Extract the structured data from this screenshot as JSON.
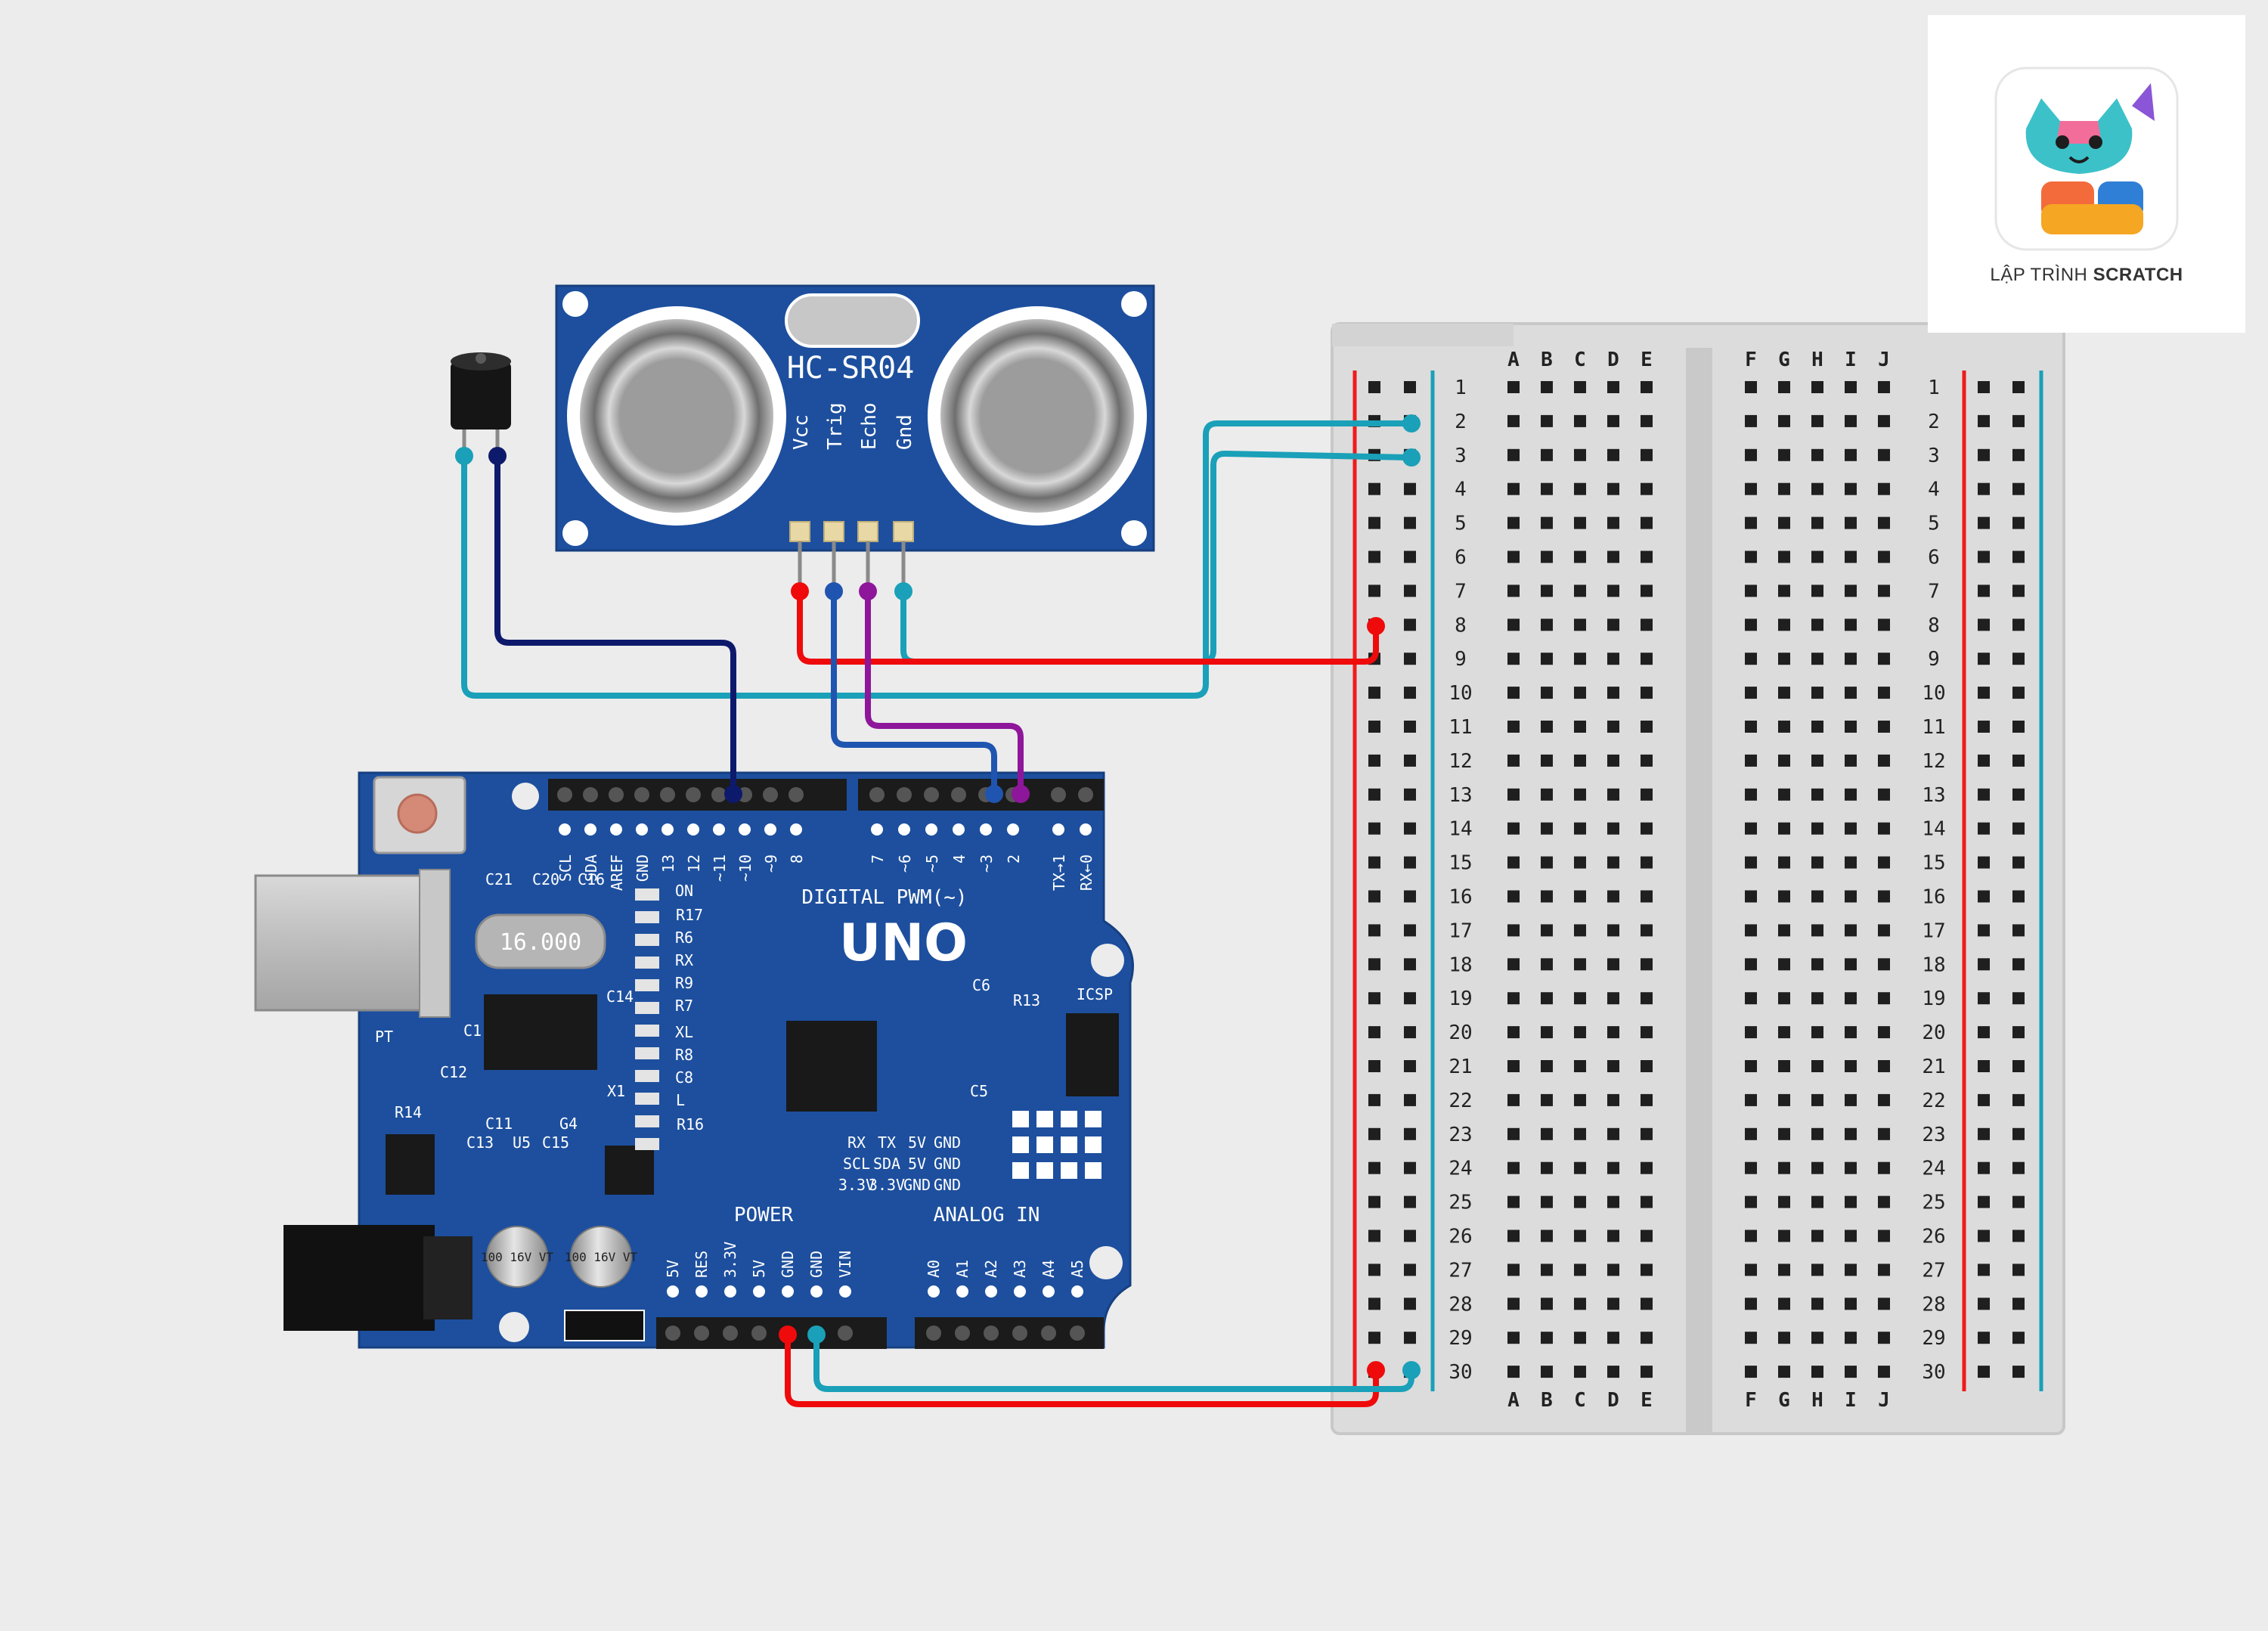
{
  "sensor": {
    "label": "HC-SR04",
    "pins": [
      "Vcc",
      "Trig",
      "Echo",
      "Gnd"
    ]
  },
  "arduino": {
    "title": "UNO",
    "digital_label": "DIGITAL PWM(~)",
    "power_label": "POWER",
    "analog_label": "ANALOG IN",
    "digital_pins": [
      "SCL",
      "SDA",
      "AREF",
      "GND",
      "13",
      "12",
      "~11",
      "~10",
      "~9",
      "8",
      "7",
      "~6",
      "~5",
      "4",
      "~3",
      "2",
      "TX→1",
      "RX←0"
    ],
    "power_pins": [
      "5V",
      "RES",
      "3.3V",
      "5V",
      "GND",
      "GND",
      "VIN"
    ],
    "analog_pins": [
      "A0",
      "A1",
      "A2",
      "A3",
      "A4",
      "A5"
    ],
    "crystal": "16.000",
    "caps": [
      "100 16V VT",
      "100 16V VT"
    ],
    "component_labels": [
      "C21",
      "C20",
      "C16",
      "ON",
      "R17",
      "R6",
      "RX",
      "R9",
      "R7",
      "C14",
      "C1",
      "XL",
      "R8",
      "C8",
      "L",
      "R16",
      "X1",
      "C11",
      "G4",
      "C12",
      "C13",
      "U5",
      "C15",
      "R14",
      "C6",
      "R13",
      "ICSP",
      "C5",
      "PT"
    ],
    "header_labels": [
      [
        "RX",
        "TX",
        "5V",
        "GND"
      ],
      [
        "SCL",
        "SDA",
        "5V",
        "GND"
      ],
      [
        "3.3V",
        "3.3V",
        "GND",
        "GND"
      ]
    ]
  },
  "breadboard": {
    "rows": [
      "1",
      "2",
      "3",
      "4",
      "5",
      "6",
      "7",
      "8",
      "9",
      "10",
      "11",
      "12",
      "13",
      "14",
      "15",
      "16",
      "17",
      "18",
      "19",
      "20",
      "21",
      "22",
      "23",
      "24",
      "25",
      "26",
      "27",
      "28",
      "29",
      "30"
    ],
    "left_columns": [
      "A",
      "B",
      "C",
      "D",
      "E"
    ],
    "right_columns": [
      "F",
      "G",
      "H",
      "I",
      "J"
    ]
  },
  "logo": {
    "prefix": "LẬP TRÌNH",
    "bold": "SCRATCH"
  },
  "colors": {
    "board_blue": "#1d4f9e",
    "wire_red": "#ef0b0b",
    "wire_teal": "#1aa0b8",
    "wire_navy": "#0d1a6b",
    "wire_blue": "#1f55b0",
    "wire_purple": "#8e169a"
  }
}
